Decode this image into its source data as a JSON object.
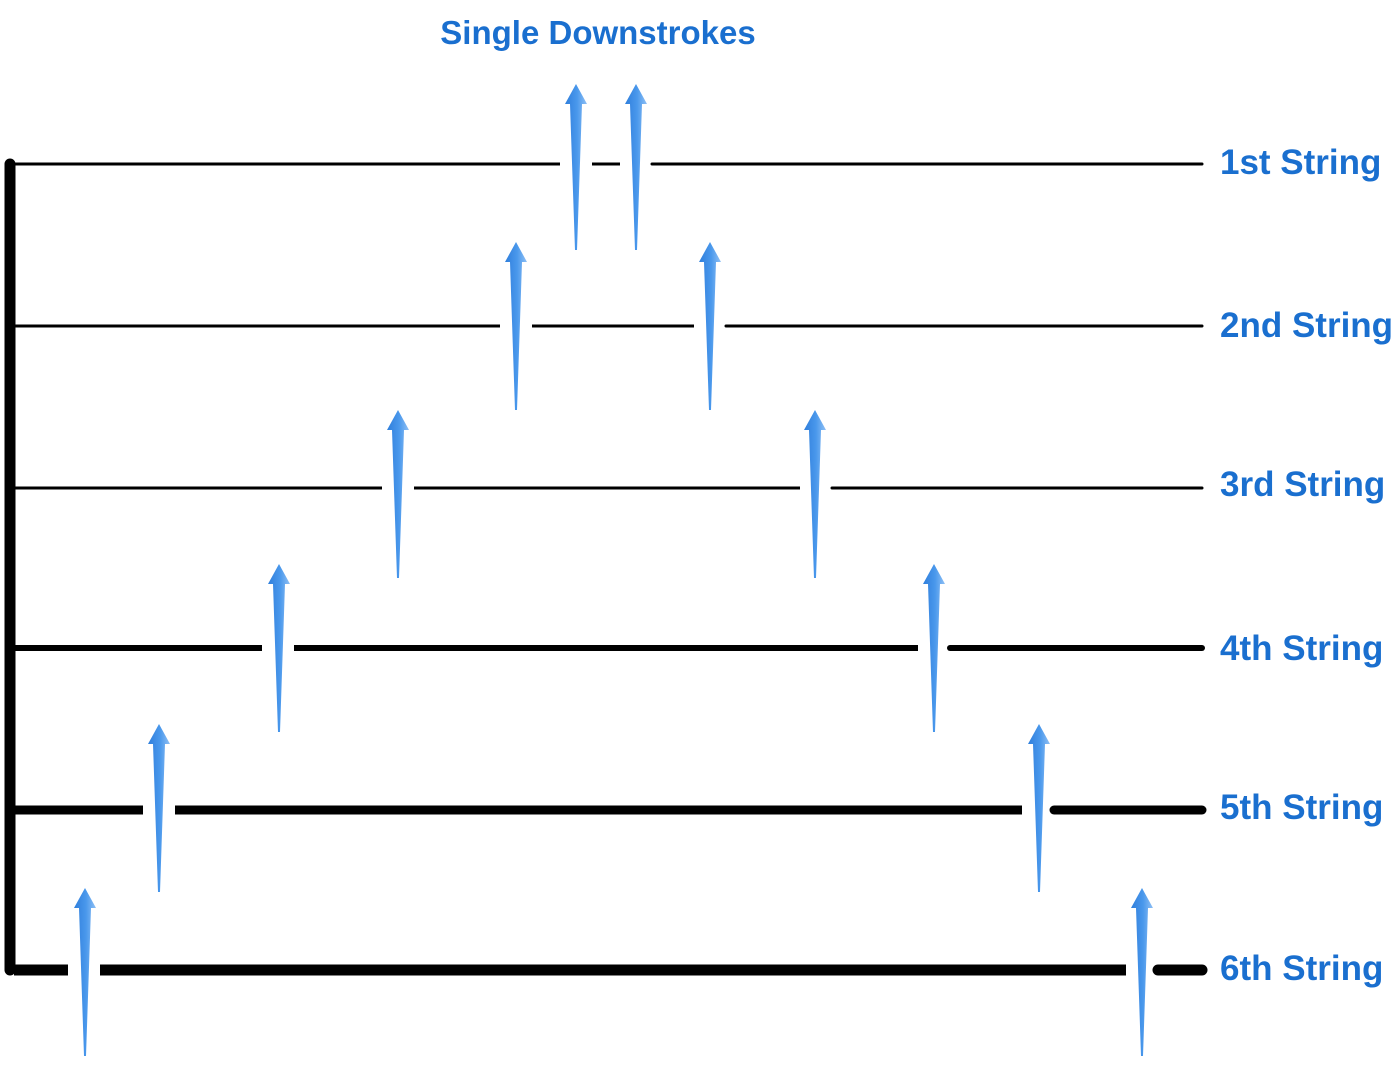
{
  "title": "Single Downstrokes",
  "colors": {
    "label": "#1a6fcf",
    "arrow": "#3f8fe6",
    "arrow_light": "#8fc0f5",
    "line": "#000000"
  },
  "strings": [
    {
      "label": "1st String"
    },
    {
      "label": "2nd String"
    },
    {
      "label": "3rd String"
    },
    {
      "label": "4th String"
    },
    {
      "label": "5th String"
    },
    {
      "label": "6th String"
    }
  ]
}
